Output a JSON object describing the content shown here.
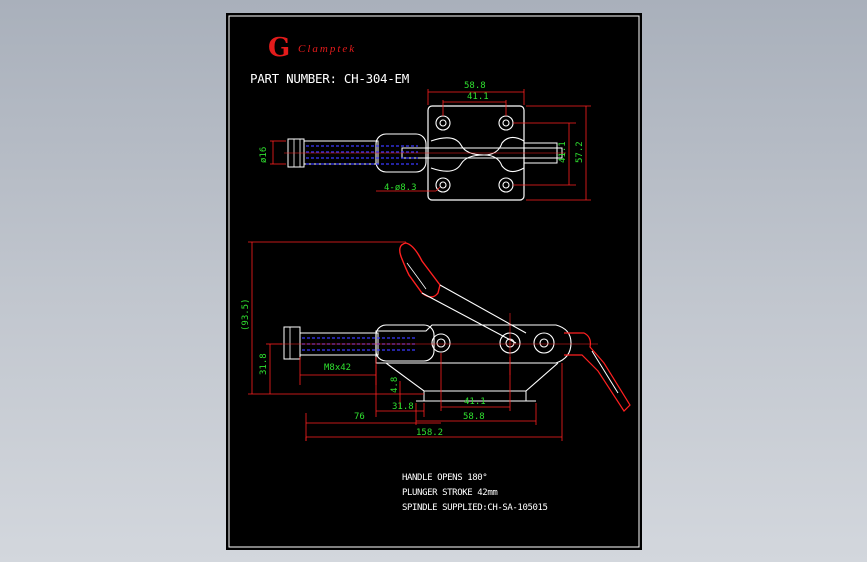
{
  "brand": {
    "mark": "G",
    "name": "Clamptek"
  },
  "part_number": "PART NUMBER: CH-304-EM",
  "top_view": {
    "dims": {
      "overall_width": "58.8",
      "hole_spacing": "41.1",
      "rod_diameter": "ø16",
      "base_height": "57.2",
      "hole_spacing_v": "41.1",
      "holes": "4-ø8.3"
    }
  },
  "side_view": {
    "dims": {
      "overall_height": "(93.5)",
      "rod_height": "31.8",
      "thread": "M8x42",
      "base_offset": "4.8",
      "base_to_hole": "31.8",
      "hole_spacing": "41.1",
      "base_width": "58.8",
      "rod_extension": "76",
      "overall_length": "158.2"
    }
  },
  "notes": [
    "HANDLE OPENS 180°",
    "PLUNGER STROKE  42mm",
    "SPINDLE SUPPLIED:CH-SA-105015"
  ],
  "colors": {
    "background": "#000000",
    "outline": "#ffffff",
    "dimension": "#ff2020",
    "dimension_text": "#2fe02f",
    "hidden": "#3a3aff",
    "brand": "#e31b1b"
  }
}
